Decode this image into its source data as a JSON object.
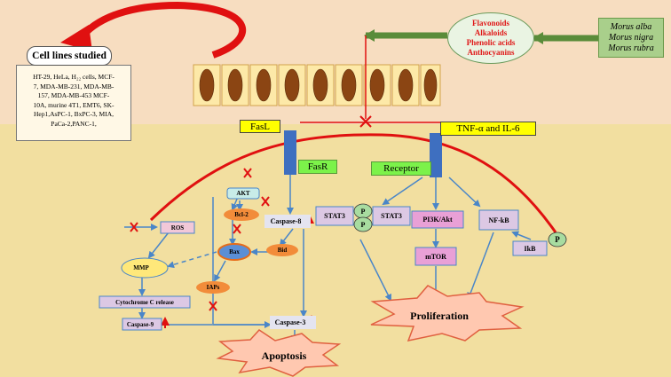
{
  "cell_lines": {
    "title": "Cell lines studied",
    "lines": [
      "HT-29, HeLa, H₂₂ cells,  MCF-",
      "7, MDA-MB-231, MDA-MB-",
      "157, MDA-MB-453 MCF-",
      "10A, murine  4T1, EMT6, SK-",
      "Hep1,AsPC-1, BxPC-3, MIA,",
      "PaCa-2,PANC-1,"
    ]
  },
  "compounds": [
    "Flavonoids",
    "Alkaloids",
    "Phenolic acids",
    "Anthocyanins"
  ],
  "species": [
    "Morus alba",
    "Morus nigra",
    "Morus rubra"
  ],
  "extrinsic": {
    "fasl": "FasL",
    "fasr": "FasR",
    "tnf": "TNF-α and IL-6",
    "receptor": "Receptor"
  },
  "nodes": {
    "akt": "AKT",
    "bcl2": "Bcl-2",
    "bax": "Bax",
    "bid": "Bid",
    "iaps": "IAPs",
    "ros": "ROS",
    "mmp": "MMP",
    "cytochrome": "Cytochrome  C release",
    "caspase8": "Caspase-8",
    "caspase9": "Caspase-9",
    "caspase3": "Caspase-3",
    "stat3_a": "STAT3",
    "stat3_b": "STAT3",
    "p_top": "P",
    "p_bottom": "P",
    "pi3k": "PI3K/Akt",
    "nfkb": "NF-kB",
    "ikb": "IkB",
    "p_ikb": "P",
    "mtor": "mTOR"
  },
  "outcomes": {
    "apoptosis": "Apoptosis",
    "proliferation": "Proliferation"
  },
  "colors": {
    "top_band": "#f7ddc0",
    "bottom_band": "#f2dfa0",
    "cell_fill": "#fde9a8",
    "nucleus": "#8b4513",
    "arrow_blue": "#4a86c8",
    "inhibit_red": "#e01010",
    "compound_text": "#e01818",
    "compound_bg": "#eaf4e3",
    "species_bg": "#a9cf8b",
    "green_arrow": "#5a8c3a",
    "label_yellow": "#ffff00",
    "label_green": "#7cf24a",
    "receptor_blue": "#3e6fc0",
    "node_purple": "#dcc8e4",
    "node_pink": "#e9a0d6",
    "bcl_orange": "#f28c3a",
    "bax_blue": "#5b8fd6",
    "mmp_yellow": "#ffe87a",
    "akt_teal": "#c8ece8"
  }
}
